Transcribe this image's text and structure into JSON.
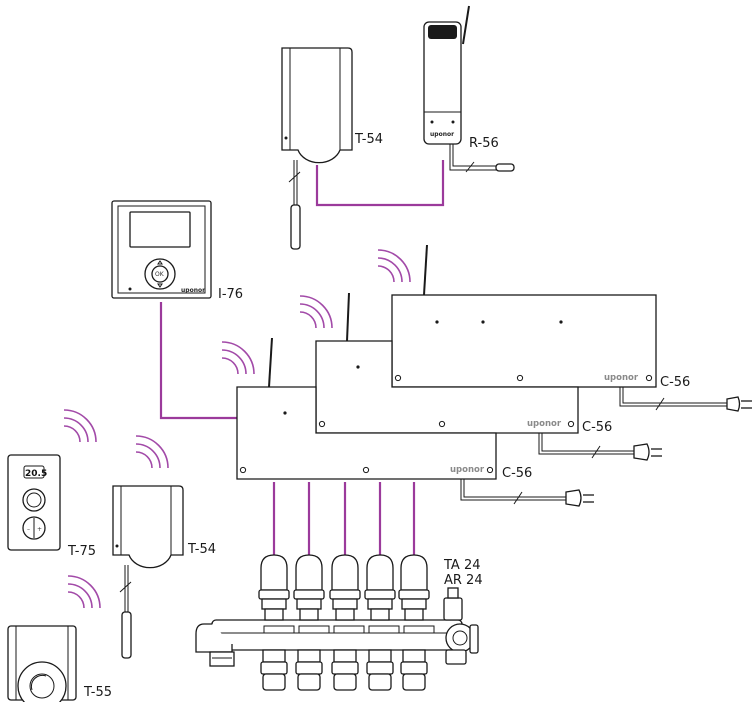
{
  "labels": {
    "t54_top": "T-54",
    "r56": "R-56",
    "i76": "I-76",
    "c56_a": "C-56",
    "c56_b": "C-56",
    "c56_c": "C-56",
    "t75": "T-75",
    "t54_bottom": "T-54",
    "ta24": "TA 24",
    "ar24": "AR 24",
    "t55": "T-55"
  },
  "brand": {
    "r56": "uponor",
    "i76": "uponor",
    "c56_a": "uponor",
    "c56_b": "uponor",
    "c56_c": "uponor"
  },
  "display": {
    "t75_value": "20.5",
    "i76_ok": "OK"
  },
  "colors": {
    "wire": "#9b3a9b",
    "wireless": "#a24aa8",
    "outline": "#1a1a1a"
  }
}
